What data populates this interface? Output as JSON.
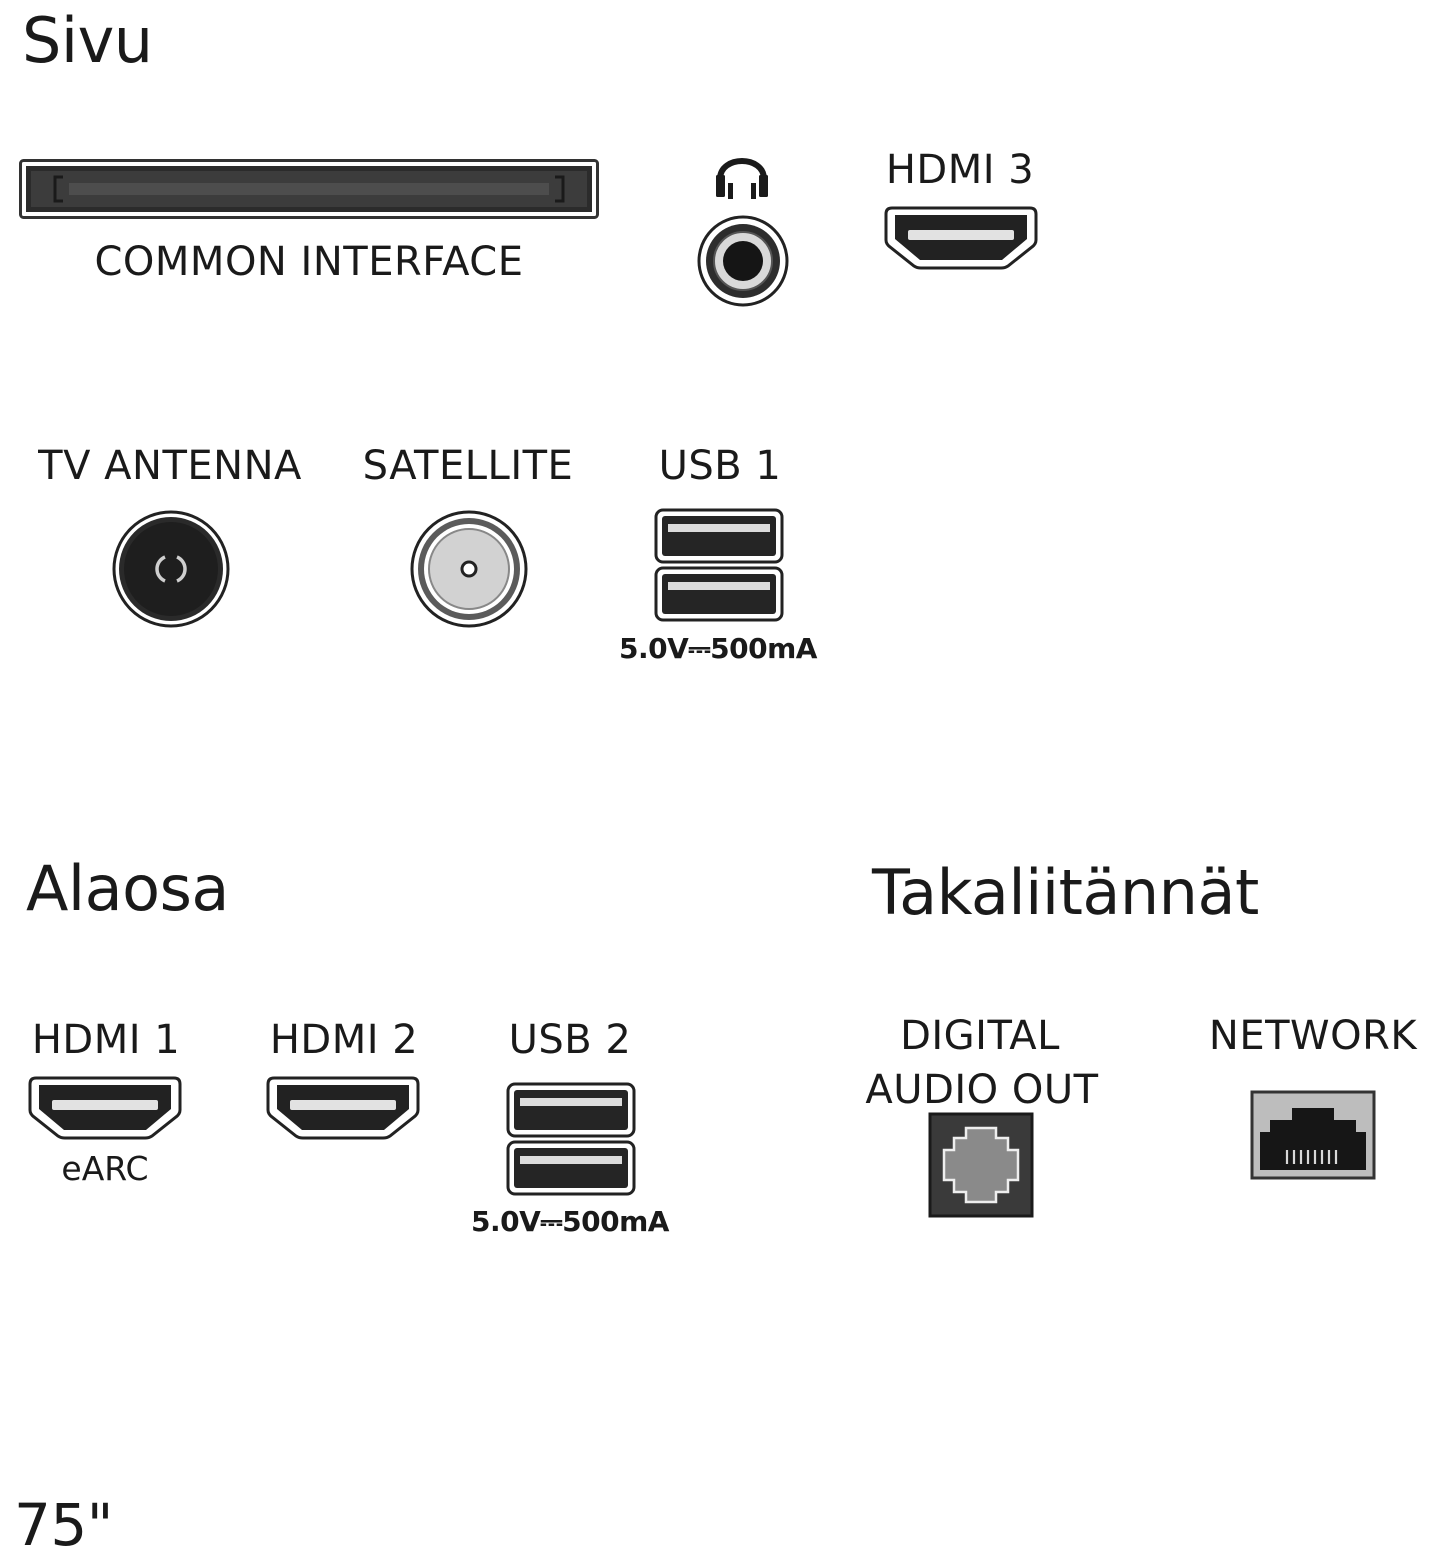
{
  "sections": {
    "side": {
      "title": "Sivu"
    },
    "bottom": {
      "title": "Alaosa"
    },
    "back": {
      "title": "Takaliitännät"
    }
  },
  "ports": {
    "common_interface": {
      "label": "COMMON INTERFACE"
    },
    "headphone": {
      "label": "",
      "icon": "headphone-icon"
    },
    "hdmi3": {
      "label": "HDMI 3"
    },
    "tv_antenna": {
      "label": "TV ANTENNA"
    },
    "satellite": {
      "label": "SATELLITE"
    },
    "usb1": {
      "label": "USB 1",
      "rating": "5.0V⎓500mA"
    },
    "hdmi1": {
      "label": "HDMI 1",
      "sublabel": "eARC"
    },
    "hdmi2": {
      "label": "HDMI 2"
    },
    "usb2": {
      "label": "USB 2",
      "rating": "5.0V⎓500mA"
    },
    "digital_audio_out": {
      "label_line1": "DIGITAL",
      "label_line2": "AUDIO OUT"
    },
    "network": {
      "label": "NETWORK"
    }
  },
  "screen_size": "75\"",
  "colors": {
    "port_dark": "#1c1c1c",
    "port_mid": "#555555",
    "port_light": "#d6d6d6",
    "text": "#1a1a1a"
  }
}
